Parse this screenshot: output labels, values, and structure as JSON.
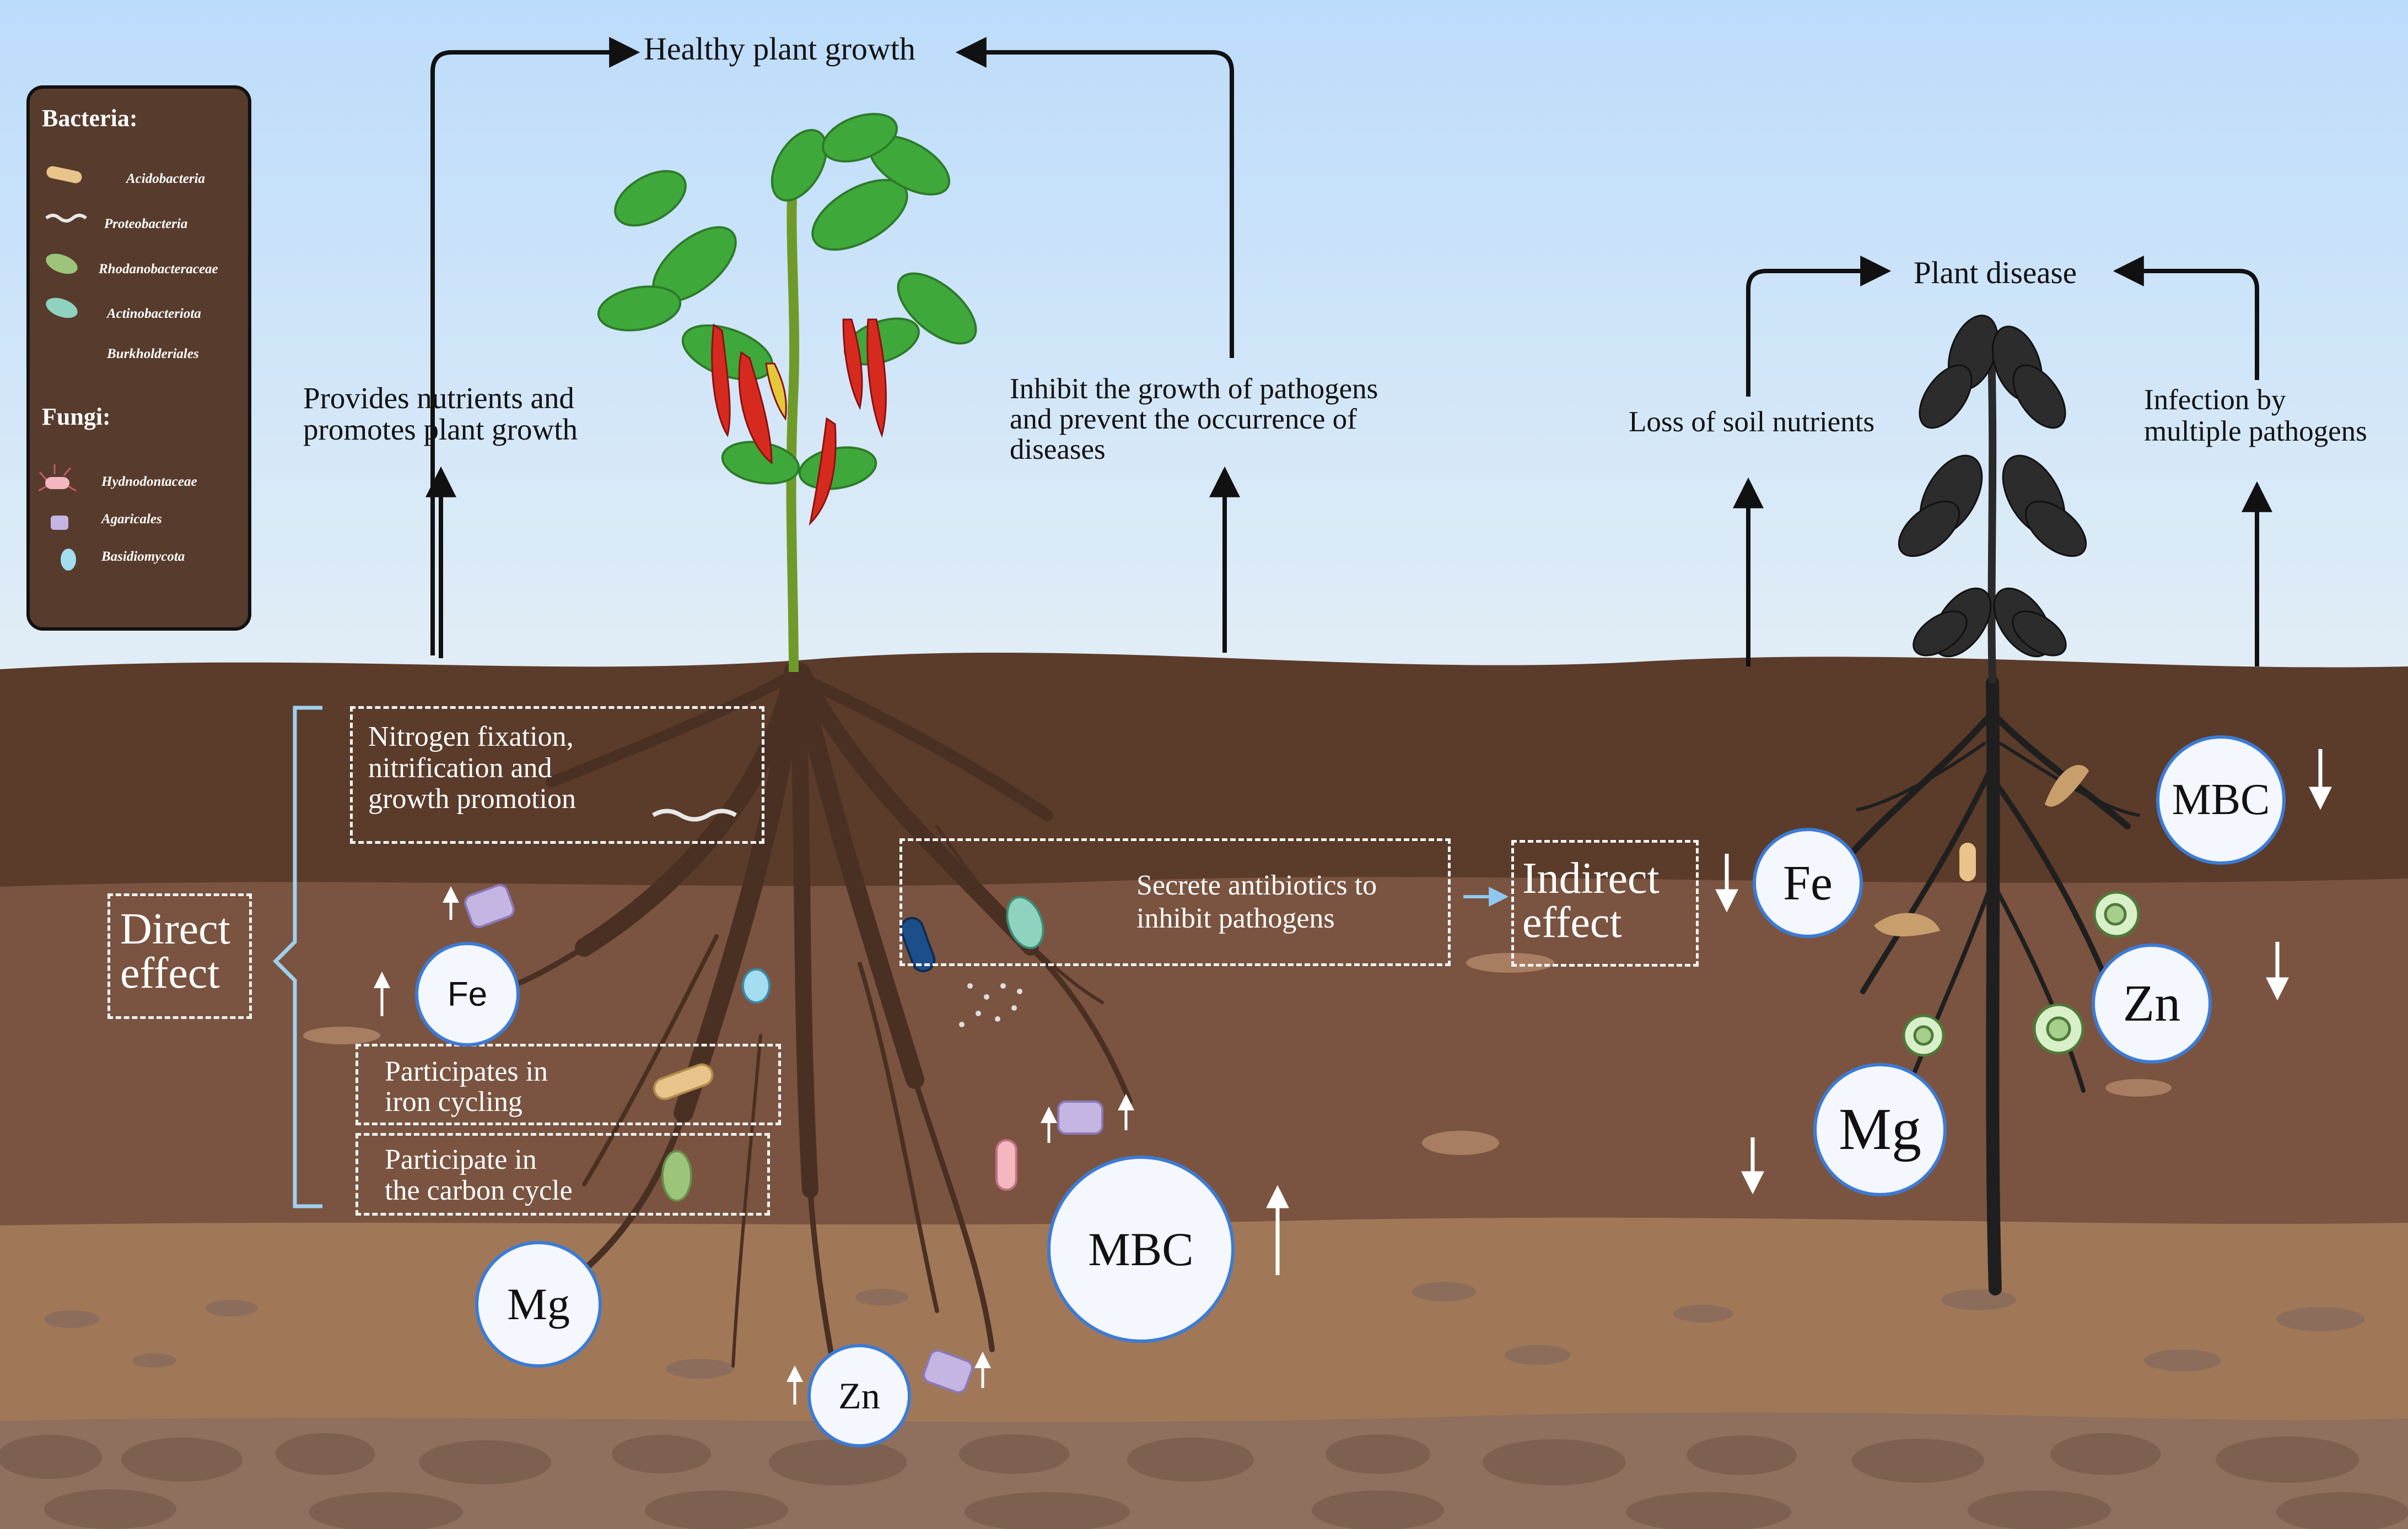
{
  "title": "Healthy plant growth",
  "healthy": {
    "left_label": [
      "Provides nutrients and",
      "promotes plant growth"
    ],
    "right_label": [
      "Inhibit the growth of pathogens",
      "and prevent the occurrence of",
      "diseases"
    ]
  },
  "disease": {
    "title": "Plant disease",
    "left_label": "Loss of soil nutrients",
    "right_label": [
      "Infection by",
      "multiple pathogens"
    ]
  },
  "legend": {
    "bacteria_title": "Bacteria:",
    "bacteria": [
      "Acidobacteria",
      "Proteobacteria",
      "Rhodanobacteraceae",
      "Actinobacteriota",
      "Burkholderiales"
    ],
    "fungi_title": "Fungi:",
    "fungi": [
      "Hydnodontaceae",
      "Agaricales",
      "Basidiomycota"
    ]
  },
  "boxes": {
    "nitrogen": [
      "Nitrogen fixation,",
      "nitrification and",
      "growth promotion"
    ],
    "iron": [
      "Participates in",
      "iron cycling"
    ],
    "carbon": [
      "Participate in",
      "the carbon cycle"
    ],
    "antibiotics": [
      "Secrete antibiotics to",
      "inhibit pathogens"
    ],
    "direct": [
      "Direct",
      "effect"
    ],
    "indirect": [
      "Indirect",
      "effect"
    ]
  },
  "nutrients_healthy": {
    "fe": "Fe",
    "mg": "Mg",
    "zn": "Zn",
    "mbc": "MBC"
  },
  "nutrients_disease": {
    "fe": "Fe",
    "zn": "Zn",
    "mg": "Mg",
    "mbc": "MBC"
  },
  "colors": {
    "sky_top": "#bcdcfb",
    "sky_bottom": "#e2eef6",
    "soil_dark": "#5b3b2a",
    "soil_mid": "#7a5440",
    "soil_light": "#a07858",
    "soil_deep": "#8f6f5e",
    "legend_bg": "#573b2c",
    "circle_border": "#3c7bd6"
  }
}
